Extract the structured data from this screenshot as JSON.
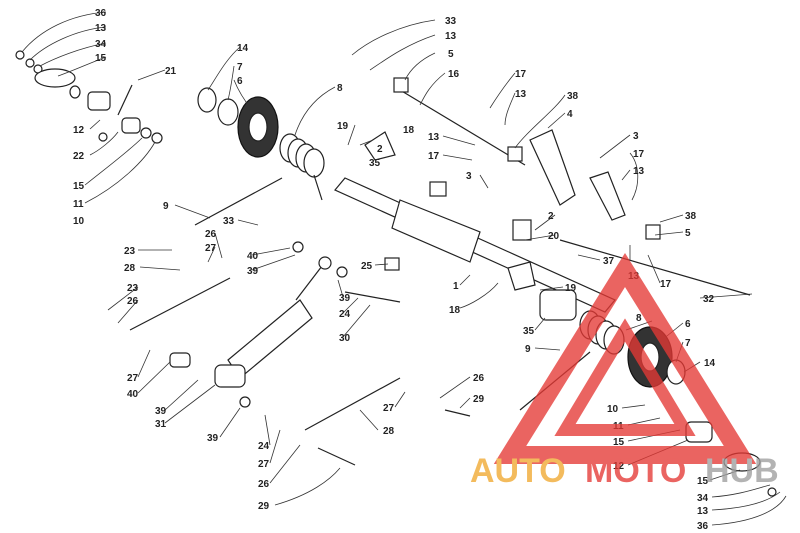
{
  "diagram": {
    "callouts": [
      {
        "id": "c36a",
        "text": "36"
      },
      {
        "id": "c13a",
        "text": "13"
      },
      {
        "id": "c34a",
        "text": "34"
      },
      {
        "id": "c15a",
        "text": "15"
      },
      {
        "id": "c14a",
        "text": "14"
      },
      {
        "id": "c7a",
        "text": "7"
      },
      {
        "id": "c6a",
        "text": "6"
      },
      {
        "id": "c21",
        "text": "21"
      },
      {
        "id": "c8a",
        "text": "8"
      },
      {
        "id": "c12a",
        "text": "12"
      },
      {
        "id": "c22",
        "text": "22"
      },
      {
        "id": "c15b",
        "text": "15"
      },
      {
        "id": "c11a",
        "text": "11"
      },
      {
        "id": "c10a",
        "text": "10"
      },
      {
        "id": "c19a",
        "text": "19"
      },
      {
        "id": "c18a",
        "text": "18"
      },
      {
        "id": "c2a",
        "text": "2"
      },
      {
        "id": "c35a",
        "text": "35"
      },
      {
        "id": "c33a",
        "text": "33"
      },
      {
        "id": "c13b",
        "text": "13"
      },
      {
        "id": "c5a",
        "text": "5"
      },
      {
        "id": "c16",
        "text": "16"
      },
      {
        "id": "c17a",
        "text": "17"
      },
      {
        "id": "c13c",
        "text": "13"
      },
      {
        "id": "c38a",
        "text": "38"
      },
      {
        "id": "c4",
        "text": "4"
      },
      {
        "id": "c13d",
        "text": "13"
      },
      {
        "id": "c17b",
        "text": "17"
      },
      {
        "id": "c3a",
        "text": "3"
      },
      {
        "id": "c3b",
        "text": "3"
      },
      {
        "id": "c17c",
        "text": "17"
      },
      {
        "id": "c13e",
        "text": "13"
      },
      {
        "id": "c9a",
        "text": "9"
      },
      {
        "id": "c33b",
        "text": "33"
      },
      {
        "id": "c26a",
        "text": "26"
      },
      {
        "id": "c27a",
        "text": "27"
      },
      {
        "id": "c40a",
        "text": "40"
      },
      {
        "id": "c39a",
        "text": "39"
      },
      {
        "id": "c23a",
        "text": "23"
      },
      {
        "id": "c28a",
        "text": "28"
      },
      {
        "id": "c38b",
        "text": "38"
      },
      {
        "id": "c5b",
        "text": "5"
      },
      {
        "id": "c2b",
        "text": "2"
      },
      {
        "id": "c20",
        "text": "20"
      },
      {
        "id": "c37",
        "text": "37"
      },
      {
        "id": "c13f",
        "text": "13"
      },
      {
        "id": "c17d",
        "text": "17"
      },
      {
        "id": "c25",
        "text": "25"
      },
      {
        "id": "c1",
        "text": "1"
      },
      {
        "id": "c19b",
        "text": "19"
      },
      {
        "id": "c32",
        "text": "32"
      },
      {
        "id": "c23b",
        "text": "23"
      },
      {
        "id": "c26b",
        "text": "26"
      },
      {
        "id": "c39b",
        "text": "39"
      },
      {
        "id": "c24a",
        "text": "24"
      },
      {
        "id": "c30",
        "text": "30"
      },
      {
        "id": "c18b",
        "text": "18"
      },
      {
        "id": "c35b",
        "text": "35"
      },
      {
        "id": "c8b",
        "text": "8"
      },
      {
        "id": "c6b",
        "text": "6"
      },
      {
        "id": "c7b",
        "text": "7"
      },
      {
        "id": "c9b",
        "text": "9"
      },
      {
        "id": "c14b",
        "text": "14"
      },
      {
        "id": "c27b",
        "text": "27"
      },
      {
        "id": "c40b",
        "text": "40"
      },
      {
        "id": "c39c",
        "text": "39"
      },
      {
        "id": "c31",
        "text": "31"
      },
      {
        "id": "c26c",
        "text": "26"
      },
      {
        "id": "c29a",
        "text": "29"
      },
      {
        "id": "c27c",
        "text": "27"
      },
      {
        "id": "c28b",
        "text": "28"
      },
      {
        "id": "c10b",
        "text": "10"
      },
      {
        "id": "c11b",
        "text": "11"
      },
      {
        "id": "c15c",
        "text": "15"
      },
      {
        "id": "c12b",
        "text": "12"
      },
      {
        "id": "c39d",
        "text": "39"
      },
      {
        "id": "c24b",
        "text": "24"
      },
      {
        "id": "c27d",
        "text": "27"
      },
      {
        "id": "c26d",
        "text": "26"
      },
      {
        "id": "c29b",
        "text": "29"
      },
      {
        "id": "c15d",
        "text": "15"
      },
      {
        "id": "c34b",
        "text": "34"
      },
      {
        "id": "c13g",
        "text": "13"
      },
      {
        "id": "c36b",
        "text": "36"
      }
    ]
  },
  "watermark": {
    "text_auto": "AUTO",
    "text_moto": "MOTO",
    "text_hub": "HUB",
    "color_orange": "#f0a830",
    "color_red": "#e53935",
    "color_gray": "#9e9e9e"
  }
}
